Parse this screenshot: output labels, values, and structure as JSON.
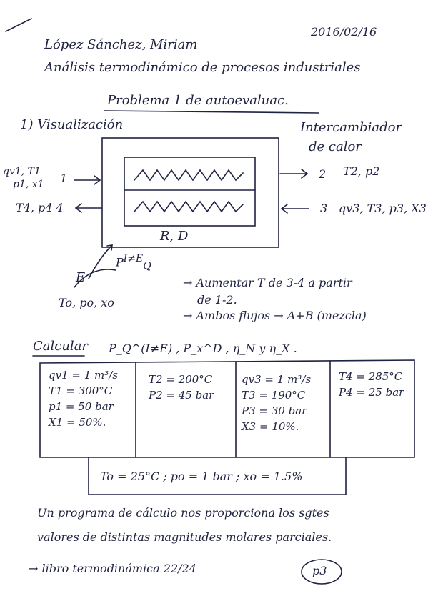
{
  "header": {
    "date": "2016/02/16",
    "author": "López Sánchez, Miriam",
    "course": "Análisis termodinámico de procesos industriales",
    "problem_title": "Problema 1 de autoevaluac."
  },
  "section": {
    "visualization": "1) Visualización",
    "exchanger_line1": "Intercambiador",
    "exchanger_line2": "de calor"
  },
  "diagram": {
    "left_top_vars": "qv1, T1",
    "left_top_vars2": "p1, x1",
    "stream1": "1",
    "stream4": "T4, p4  4",
    "stream2_num": "2",
    "stream2_vars": "T2, p2",
    "stream3_num": "3",
    "stream3_vars": "qv3, T3, p3, X3",
    "box_label": "R, D",
    "heat_label": "P",
    "heat_sup": "I≠E",
    "heat_sub": "Q",
    "env_label": "E",
    "env_vars": "To, po, xo"
  },
  "notes": {
    "note1_line1": "→ Aumentar T de 3-4 a partir",
    "note1_line2": "de 1-2.",
    "note2": "→ Ambos flujos → A+B (mezcla)"
  },
  "calc": {
    "prefix": "Calcular",
    "terms": "P_Q^(I≠E) ,  P_x^D ,  η_N  y  η_X ."
  },
  "table": {
    "col1": [
      "qv1 = 1 m³/s",
      "T1 = 300°C",
      "p1 = 50 bar",
      "X1 = 50%."
    ],
    "col2": [
      "T2 = 200°C",
      "P2 = 45 bar"
    ],
    "col3": [
      "qv3 = 1 m³/s",
      "T3 = 190°C",
      "P3 = 30 bar",
      "X3 = 10%."
    ],
    "col4": [
      "T4 = 285°C",
      "P4 = 25 bar"
    ],
    "ambient": "To = 25°C ;  po = 1 bar ;  xo = 1.5%"
  },
  "footer": {
    "line1": "Un programa de cálculo nos proporciona los sgtes",
    "line2": "valores de distintas magnitudes molares parciales.",
    "line3": "→ libro termodinámica  22/24",
    "page_ref": "p3"
  }
}
